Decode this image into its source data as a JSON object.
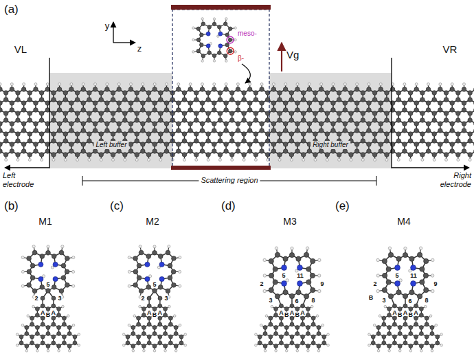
{
  "diagram": {
    "labels": [
      "(a)",
      "y",
      "z",
      "VL",
      "meso-",
      "β-",
      "Vg",
      "VR",
      "Left buffer",
      "Right buffer",
      "Left electrode",
      "Scattering region",
      "Right electrode",
      "(b)",
      "M1",
      "(c)",
      "M2",
      "(d)",
      "M3",
      "(e)",
      "M4",
      "5",
      "2",
      "3",
      "A",
      "B",
      "A",
      "5",
      "2",
      "3",
      "A",
      "B",
      "A",
      "5",
      "11",
      "2",
      "9",
      "3",
      "6",
      "8",
      "A",
      "B",
      "A",
      "B",
      "A",
      "B",
      "5",
      "11",
      "2",
      "9",
      "3",
      "6",
      "8",
      "A",
      "B",
      "A",
      "B",
      "A"
    ]
  }
}
